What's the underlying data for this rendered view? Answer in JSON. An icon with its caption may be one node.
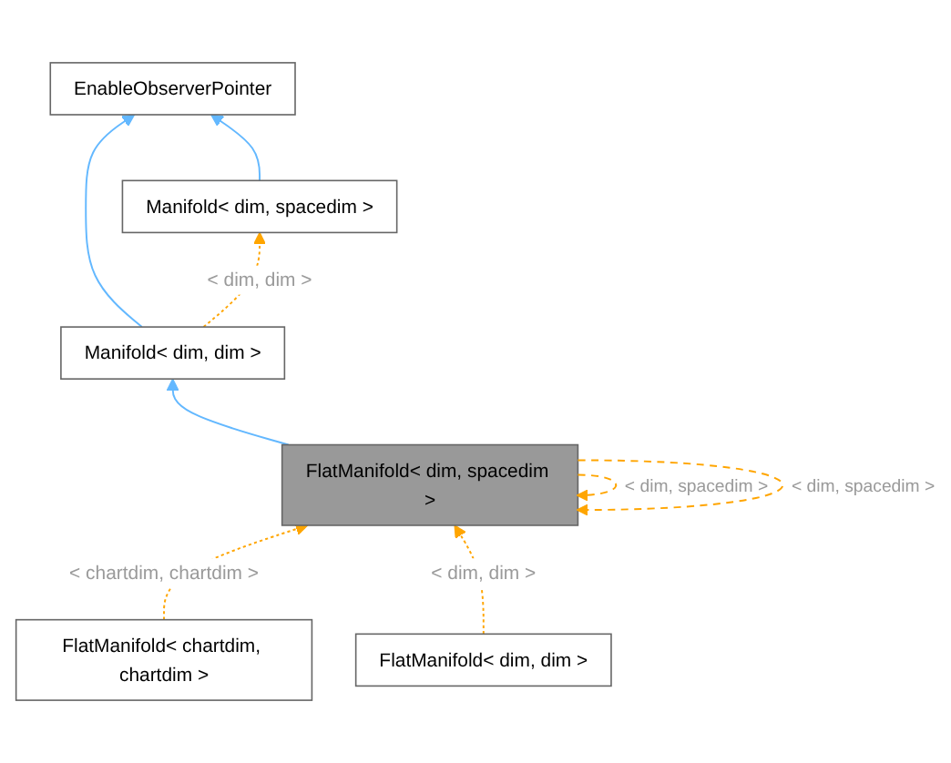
{
  "diagram": {
    "nodes": [
      {
        "text": [
          "EnableObserverPointer"
        ]
      },
      {
        "text": [
          "Manifold< dim, spacedim >"
        ]
      },
      {
        "text": [
          "Manifold< dim, dim >"
        ]
      },
      {
        "text": [
          "FlatManifold< dim, spacedim >"
        ]
      },
      {
        "text": [
          "FlatManifold< chartdim, chartdim >"
        ]
      },
      {
        "text": [
          "FlatManifold< dim, dim >"
        ]
      }
    ],
    "edges": [
      {
        "from": 1,
        "to": 0,
        "arrow": "to",
        "color": "#63b8ff"
      },
      {
        "from": 2,
        "to": 0,
        "arrow": "to",
        "color": "#63b8ff"
      },
      {
        "from": 2,
        "to": 1,
        "arrow": "to",
        "style": "dashed",
        "label": "< dim, dim >",
        "color": "#ffa500"
      },
      {
        "from": 3,
        "to": 2,
        "arrow": "to",
        "color": "#63b8ff"
      },
      {
        "from": 3,
        "to": 3,
        "arrow": "to",
        "style": "dashed",
        "label": "< dim, spacedim >",
        "color": "#ffa500"
      },
      {
        "from": 3,
        "to": 3,
        "arrow": "to",
        "style": "dashed",
        "label": "< dim, spacedim >",
        "color": "#ffa500"
      },
      {
        "from": 4,
        "to": 3,
        "arrow": "to",
        "style": "dashed",
        "label": "< chartdim, chartdim >",
        "color": "#ffa500"
      },
      {
        "from": 5,
        "to": 3,
        "arrow": "to",
        "style": "dashed",
        "label": "< dim, dim >",
        "color": "#ffa500"
      }
    ]
  }
}
